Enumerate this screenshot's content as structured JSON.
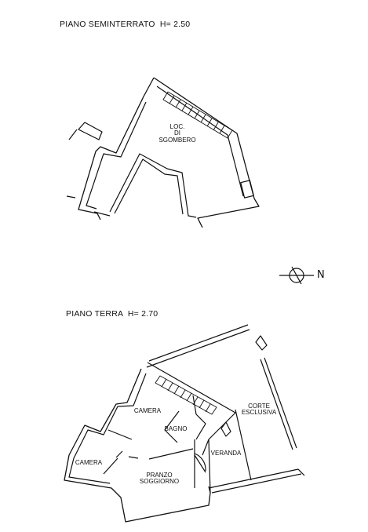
{
  "basement": {
    "title": "PIANO SEMINTERRATO  H= 2.50",
    "room": "LOC.\nDI\nSGOMBERO"
  },
  "north_label": "N",
  "ground": {
    "title": "PIANO TERRA  H= 2.70",
    "rooms": {
      "camera_upper": "CAMERA",
      "bagno": "BAGNO",
      "camera_left": "CAMERA",
      "pranzo": "PRANZO\nSOGGIORNO",
      "veranda": "VERANDA",
      "corte": "CORTE\nESCLUSIVA"
    }
  }
}
